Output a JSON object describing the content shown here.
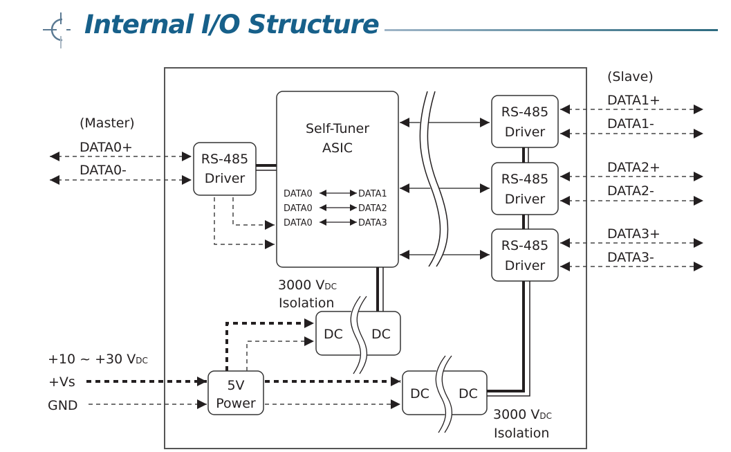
{
  "header": {
    "title": "Internal I/O Structure",
    "icon": "crosshair-logo-icon",
    "title_color": "#17608a",
    "rule_colors": [
      "#9fb5c7",
      "#2d6b80"
    ]
  },
  "master": {
    "label": "(Master)",
    "lines": [
      "DATA0+",
      "DATA0-"
    ]
  },
  "slave": {
    "label": "(Slave)",
    "lines": [
      "DATA1+",
      "DATA1-",
      "DATA2+",
      "DATA2-",
      "DATA3+",
      "DATA3-"
    ]
  },
  "driver": {
    "line1": "RS-485",
    "line2": "Driver"
  },
  "asic": {
    "line1": "Self-Tuner",
    "line2": "ASIC",
    "mappings": [
      {
        "from": "DATA0",
        "to": "DATA1"
      },
      {
        "from": "DATA0",
        "to": "DATA2"
      },
      {
        "from": "DATA0",
        "to": "DATA3"
      }
    ]
  },
  "isolation": {
    "voltage": "3000 V",
    "subscript": "DC",
    "label": "Isolation"
  },
  "dc_converter": {
    "left": "DC",
    "right": "DC"
  },
  "power": {
    "line1": "5V",
    "line2": "Power",
    "input_range": "+10 ~ +30 V",
    "input_range_sub": "DC",
    "vs_label": "+Vs",
    "gnd_label": "GND"
  }
}
